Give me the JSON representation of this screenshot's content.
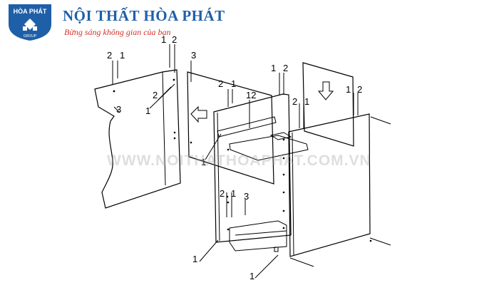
{
  "brand": {
    "logo_text": "HÒA PHÁT",
    "logo_subtext": "GROUP",
    "title": "NỘI THẤT HÒA PHÁT",
    "slogan": "Bừng sáng không gian của bạn"
  },
  "watermark": "WWW.NOITHATHOAPHAT.COM.VN",
  "colors": {
    "brand_blue": "#1f5fa8",
    "slogan_red": "#d2312b"
  },
  "callouts": {
    "p1_a": "2",
    "p1_b": "1",
    "p1_c": "3",
    "p1_d": "2",
    "p1_e": "1",
    "p1_top_a": "1",
    "p1_top_b": "2",
    "p2_a": "3",
    "p3_a": "2",
    "p3_b": "1",
    "p3_c": "12",
    "p3_d": "1",
    "p3_e": "2",
    "p3_f": "1",
    "p3_g": "3",
    "p3_h": "1",
    "p4_a": "1",
    "p4_b": "2",
    "p4_c": "2",
    "p4_d": "1",
    "p5_a": "1",
    "p5_b": "2",
    "bottom_a": "1"
  }
}
